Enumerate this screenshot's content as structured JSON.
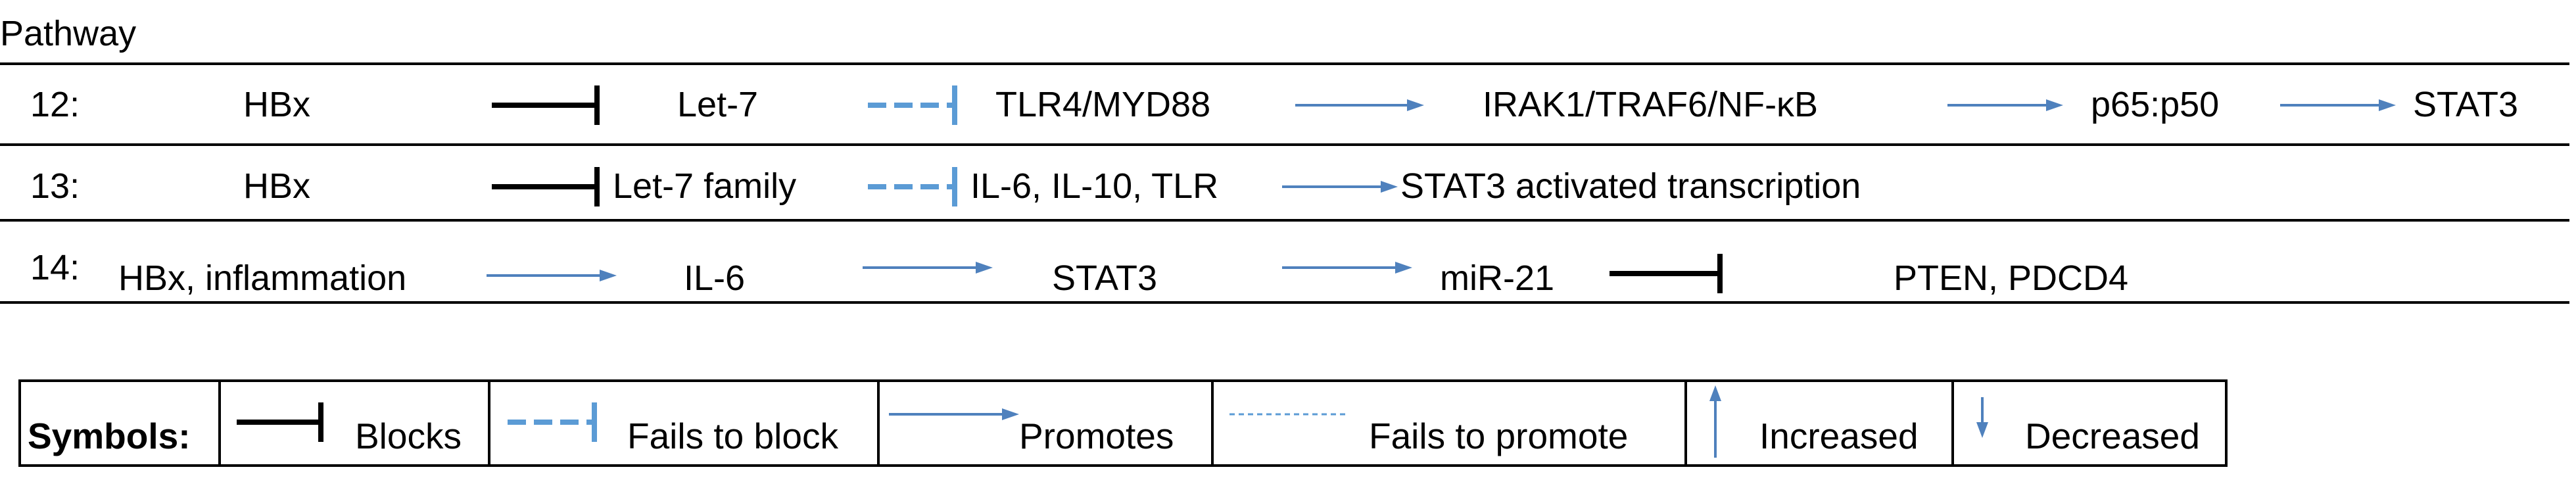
{
  "header": {
    "title": "Pathway"
  },
  "pathways": [
    {
      "id": "12:",
      "nodes": [
        "HBx",
        "Let-7",
        "TLR4/MYD88",
        "IRAK1/TRAF6/NF-κB",
        "p65:p50",
        "STAT3"
      ],
      "links": [
        "blocks",
        "fails-to-block",
        "promotes",
        "promotes",
        "promotes"
      ]
    },
    {
      "id": "13:",
      "nodes": [
        "HBx",
        "Let-7 family",
        "IL-6, IL-10, TLR",
        "STAT3 activated transcription"
      ],
      "links": [
        "blocks",
        "fails-to-block",
        "promotes"
      ]
    },
    {
      "id": "14:",
      "nodes": [
        "HBx, inflammation",
        "IL-6",
        "STAT3",
        "miR-21",
        "PTEN, PDCD4"
      ],
      "links": [
        "promotes",
        "promotes",
        "promotes",
        "blocks"
      ]
    }
  ],
  "legend": {
    "title": "Symbols:",
    "items": [
      {
        "label": "Blocks",
        "icon": "blocks-icon"
      },
      {
        "label": "Fails to block",
        "icon": "fails-to-block-icon"
      },
      {
        "label": "Promotes",
        "icon": "promotes-icon"
      },
      {
        "label": "Fails to promote",
        "icon": "fails-to-promote-icon"
      },
      {
        "label": "Increased",
        "icon": "increased-icon"
      },
      {
        "label": "Decreased",
        "icon": "decreased-icon"
      }
    ]
  },
  "colors": {
    "block": "#000000",
    "promote": "#4f81bd",
    "dashed": "#5b9bd5"
  }
}
